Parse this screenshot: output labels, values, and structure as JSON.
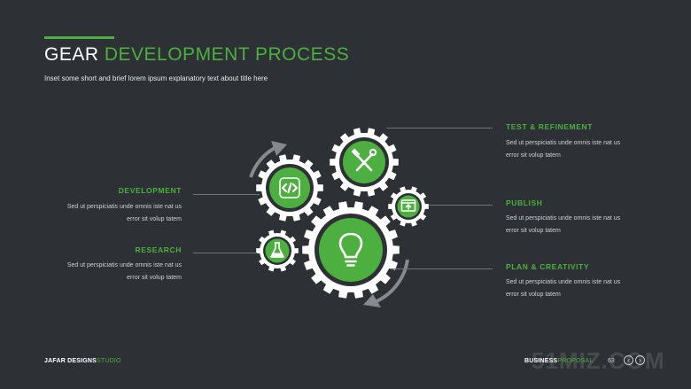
{
  "header": {
    "title_part1": "GEAR",
    "title_part2": "DEVELOPMENT PROCESS",
    "subtitle": "Inset some short and brief lorem ipsum explanatory text about title here"
  },
  "sections": {
    "development": {
      "label": "DEVELOPMENT",
      "line1": "Sed ut perspiciatis unde omnis iste nat us",
      "line2": "error sit volup tatem"
    },
    "research": {
      "label": "RESEARCH",
      "line1": "Sed ut perspiciatis unde omnis iste nat us",
      "line2": "error sit volup tatem"
    },
    "test_refinement": {
      "label": "TEST & REFINEMENT",
      "line1": "Sed ut perspiciatis unde omnis iste nat us",
      "line2": "error sit volup tatem"
    },
    "publish": {
      "label": "PUBLISH",
      "line1": "Sed ut perspiciatis unde omnis iste nat us",
      "line2": "error sit volup tatem"
    },
    "plan_creativity": {
      "label": "PLAN & CREATIVITY",
      "line1": "Sed ut perspiciatis unde omnis iste nat us",
      "line2": "error sit volup tatem"
    }
  },
  "footer": {
    "left_bold": "JAFAR DESIGNS",
    "left_light": "STUDIO",
    "right_bold": "BUSINESS",
    "right_light": "PROPOSAL",
    "page_number": "63",
    "prev_icon": "chevron-left-icon",
    "next_icon": "chevron-right-icon"
  },
  "watermark": "51MIZ.COM",
  "icons": {
    "development_gear": "code-icon",
    "test_gear": "tools-icon",
    "publish_gear": "publish-icon",
    "research_gear": "flask-icon",
    "plan_gear": "lightbulb-icon"
  },
  "colors": {
    "background": "#2d3135",
    "accent": "#4caf3f",
    "gear": "#ffffff",
    "text": "#d0d0d0"
  }
}
